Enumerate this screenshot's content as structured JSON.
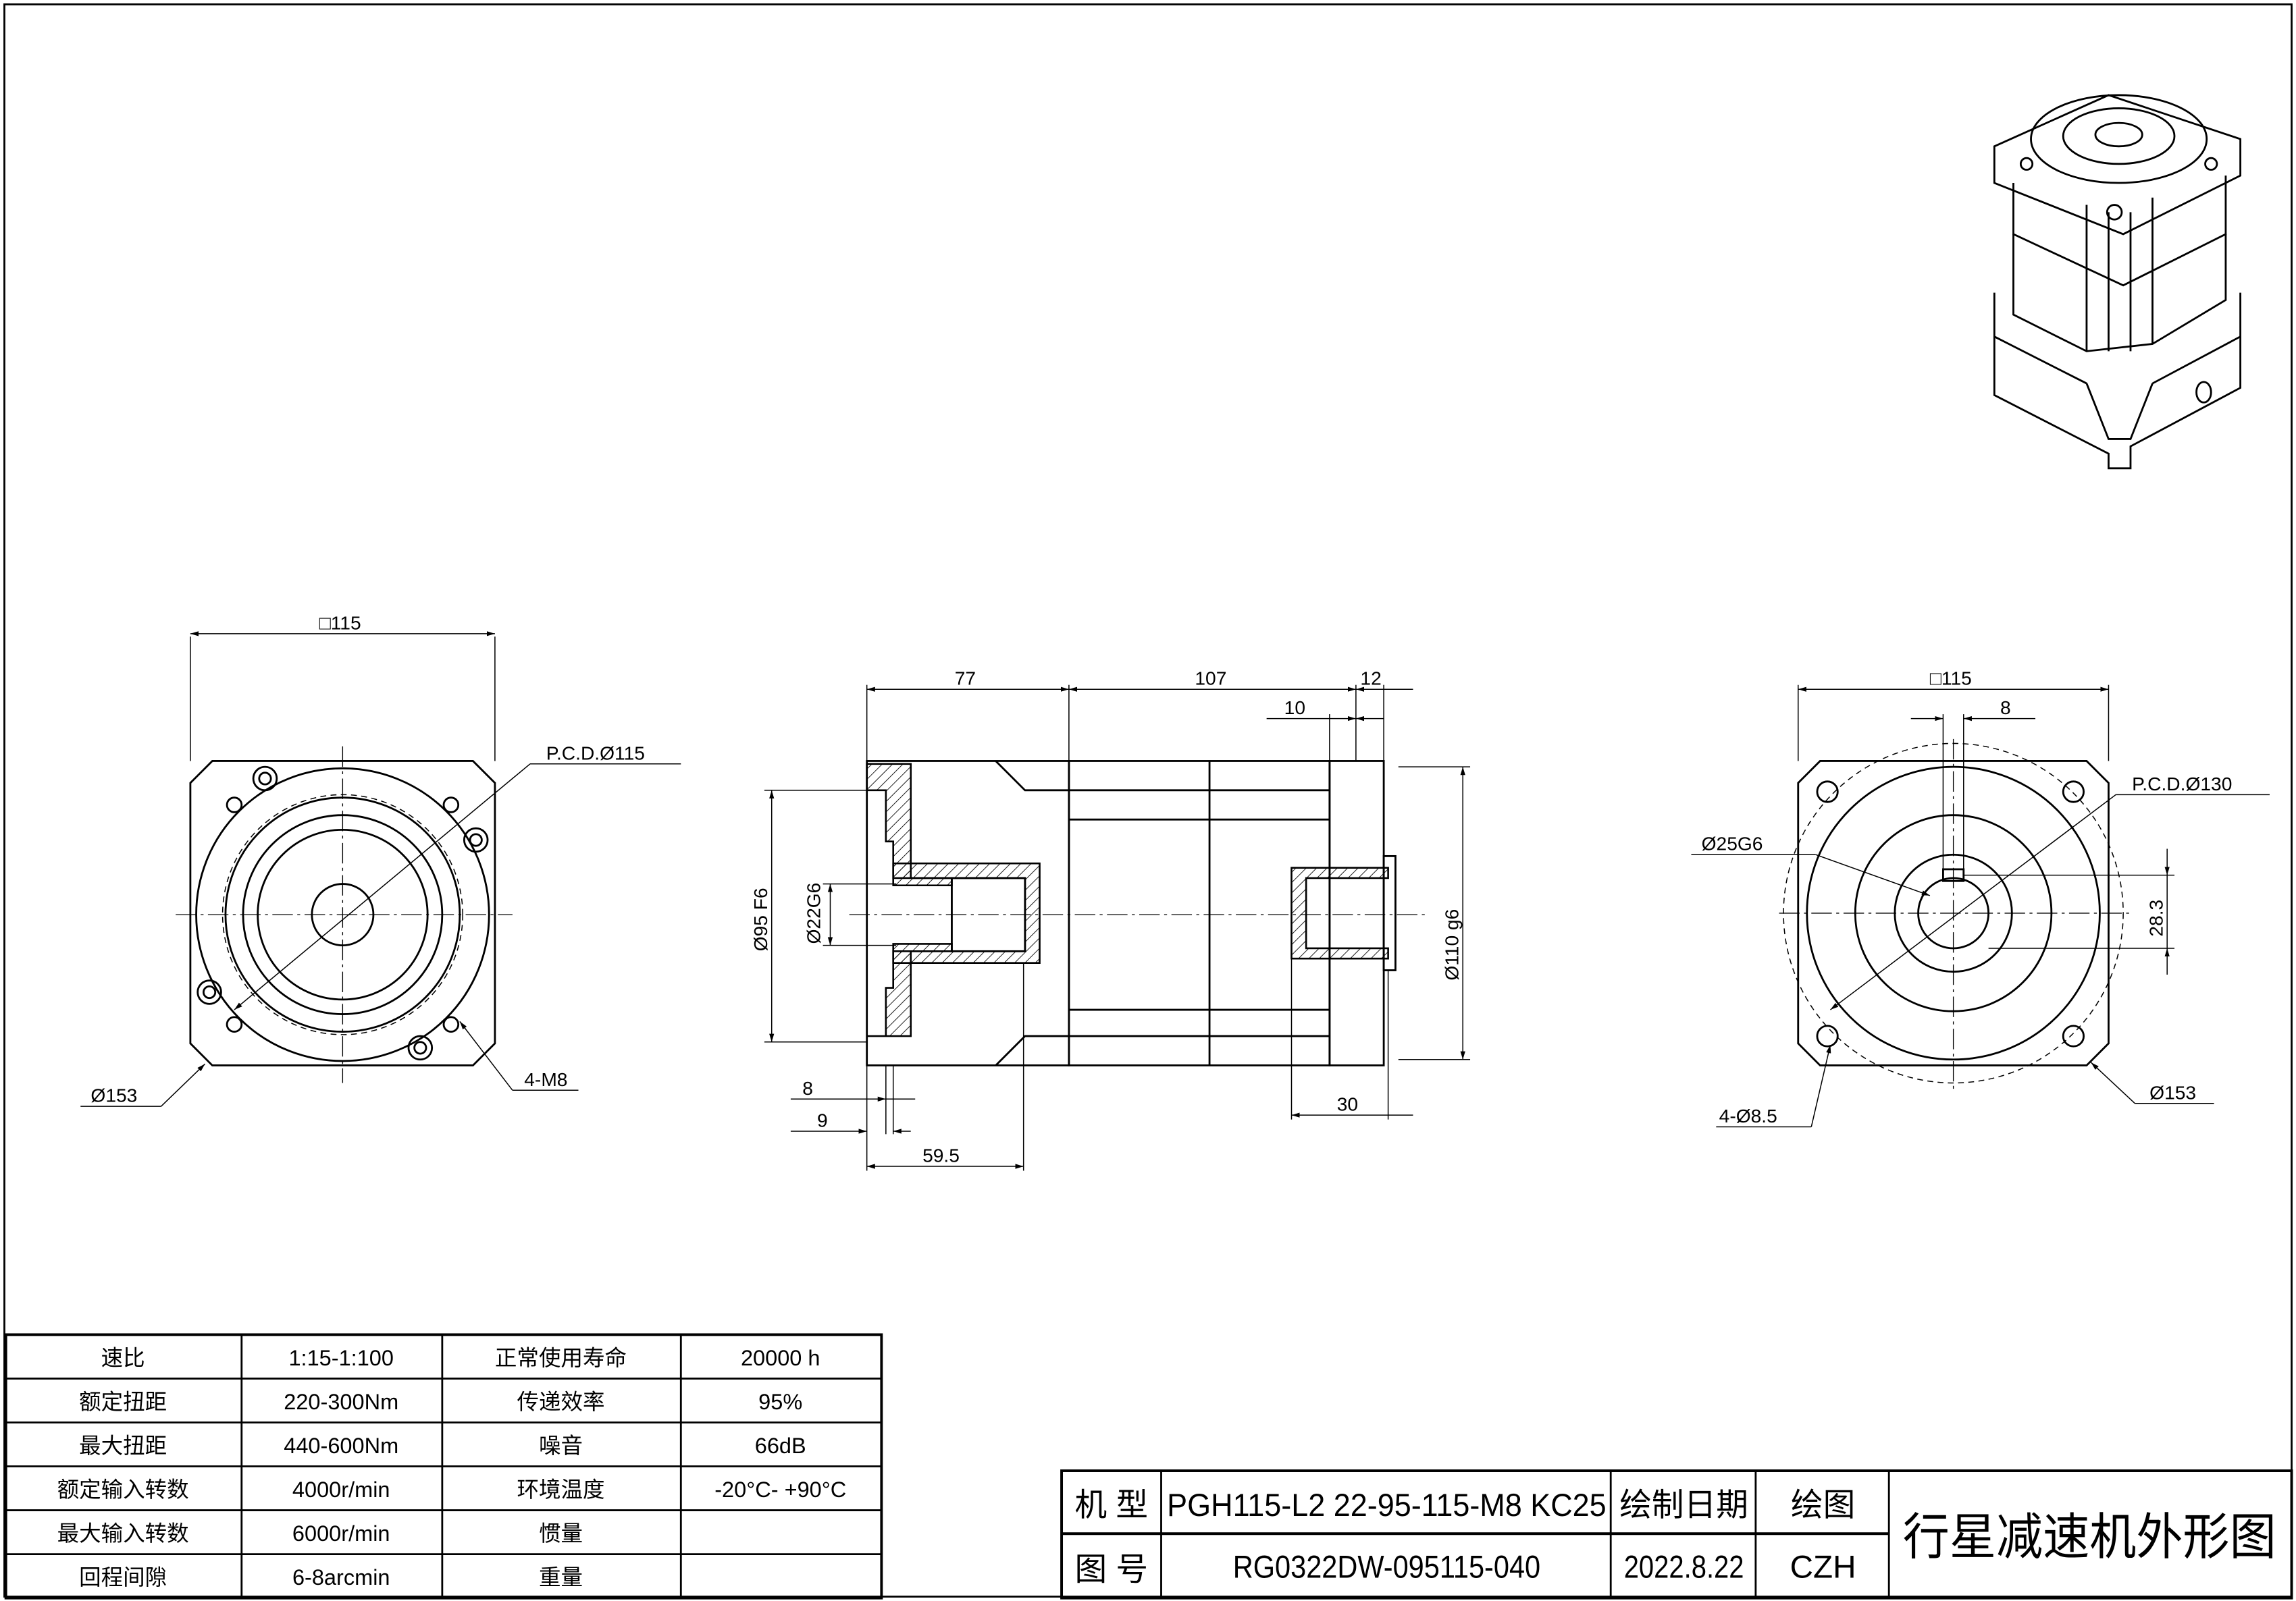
{
  "views": {
    "front_left": {
      "square": "□115",
      "pcd": "P.C.D.Ø115",
      "outer_dia": "Ø153",
      "bolt": "4-M8"
    },
    "side": {
      "d77": "77",
      "d107": "107",
      "d12": "12",
      "d10": "10",
      "pilot": "Ø95 F6",
      "input_bore": "Ø22G6",
      "output_pilot": "Ø110 g6",
      "d8": "8",
      "d9": "9",
      "d59_5": "59.5",
      "d30": "30"
    },
    "front_right": {
      "square": "□115",
      "key_width": "8",
      "pcd": "P.C.D.Ø130",
      "shaft": "Ø25G6",
      "key_height": "28.3",
      "holes": "4-Ø8.5",
      "outer_dia": "Ø153"
    }
  },
  "spec_table": {
    "rows": [
      [
        "速比",
        "1:15-1:100",
        "正常使用寿命",
        "20000 h"
      ],
      [
        "额定扭距",
        "220-300Nm",
        "传递效率",
        "95%"
      ],
      [
        "最大扭距",
        "440-600Nm",
        "噪音",
        "66dB"
      ],
      [
        "额定输入转数",
        "4000r/min",
        "环境温度",
        "-20°C- +90°C"
      ],
      [
        "最大输入转数",
        "6000r/min",
        "惯量",
        ""
      ],
      [
        "回程间隙",
        "6-8arcmin",
        "重量",
        ""
      ]
    ]
  },
  "title_block": {
    "model_label": "机 型",
    "model_value": "PGH115-L2 22-95-115-M8 KC25",
    "drawing_no_label": "图 号",
    "drawing_no_value": "RG0322DW-095115-040",
    "date_label": "绘制日期",
    "date_value": "2022.8.22",
    "drawer_label": "绘图",
    "drawer_value": "CZH",
    "title": "行星减速机外形图"
  }
}
